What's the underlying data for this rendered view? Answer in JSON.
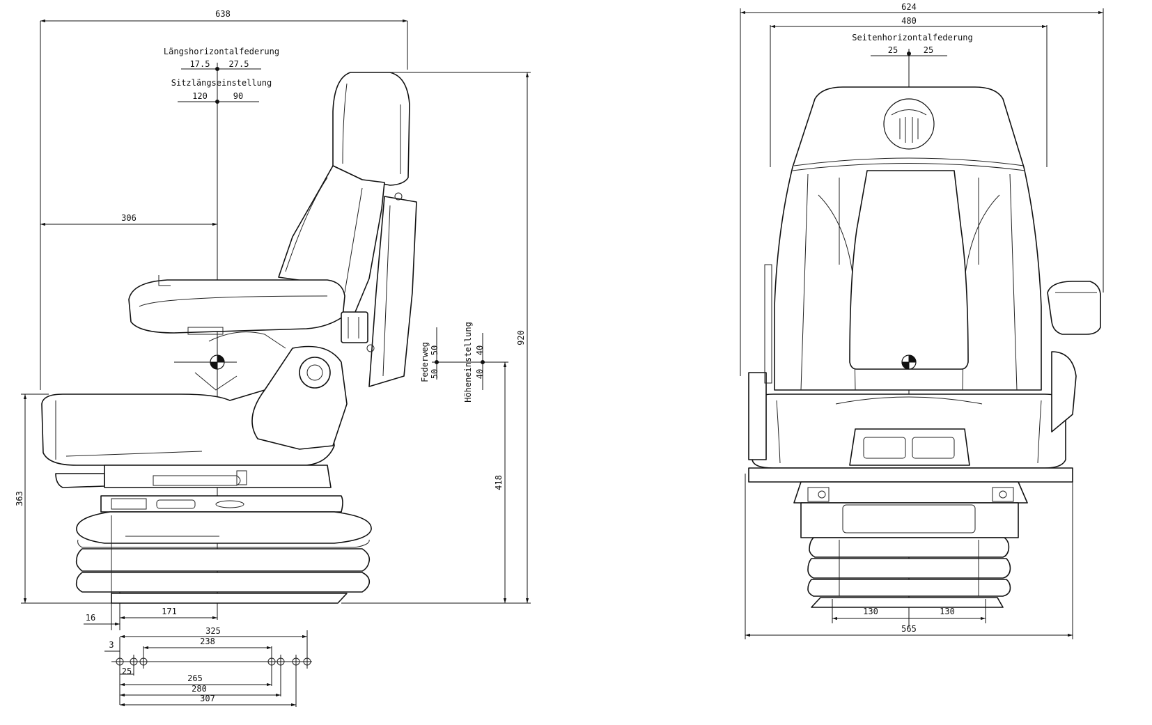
{
  "side_view": {
    "dims": {
      "overall_width": "638",
      "to_sip": "306",
      "height_total": "920",
      "height_418": "418",
      "height_363": "363",
      "offset_16": "16",
      "offset_171": "171"
    },
    "laengshorizontal": {
      "label": "Längshorizontalfederung",
      "left": "17.5",
      "right": "27.5"
    },
    "sitzlaengs": {
      "label": "Sitzlängseinstellung",
      "left": "120",
      "right": "90"
    },
    "federweg": {
      "label": "Federweg",
      "up": "50",
      "down": "50"
    },
    "hoehen": {
      "label": "Höheneinstellung",
      "up": "40",
      "down": "40"
    }
  },
  "hole_pattern": {
    "d3": "3",
    "d25": "25",
    "d325": "325",
    "d238": "238",
    "d265": "265",
    "d280": "280",
    "d307": "307"
  },
  "front_view": {
    "dims": {
      "overall_width": "624",
      "inner_width": "480",
      "base_width": "565",
      "half_left": "130",
      "half_right": "130"
    },
    "seitenhorizontal": {
      "label": "Seitenhorizontalfederung",
      "left": "25",
      "right": "25"
    }
  }
}
